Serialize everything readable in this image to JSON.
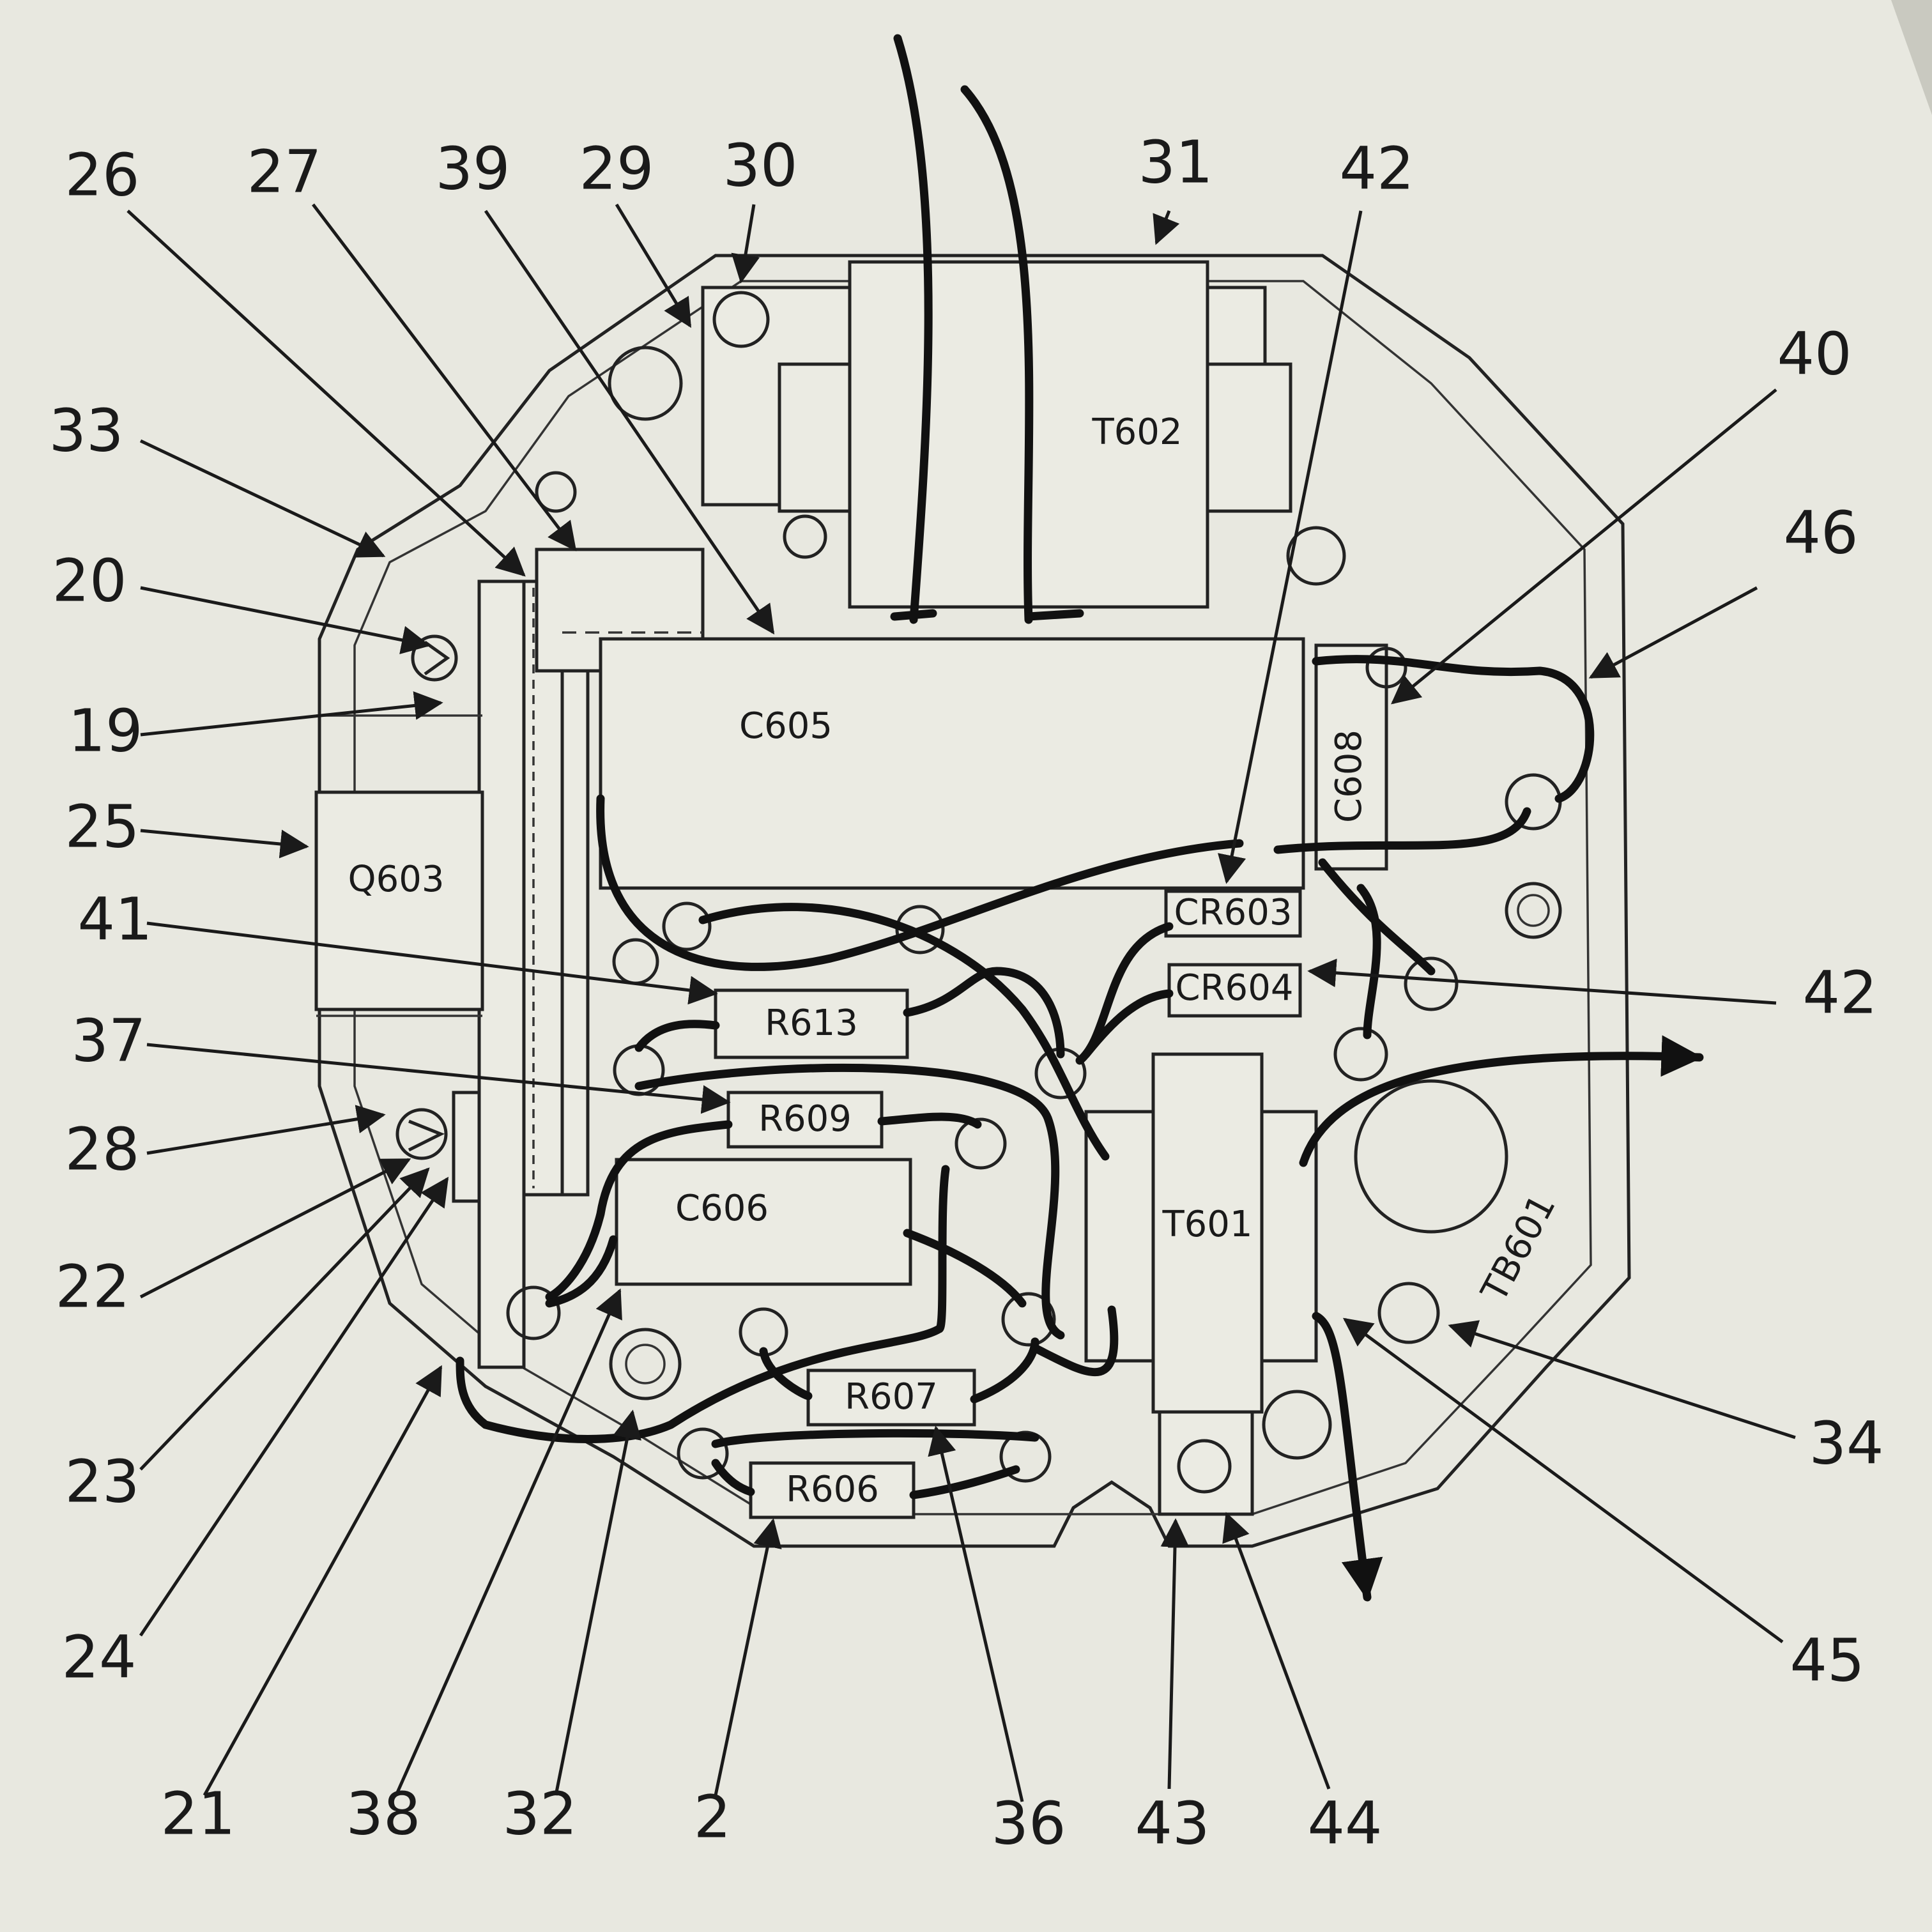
{
  "components": {
    "t602": "T602",
    "c605": "C605",
    "c608": "C608",
    "q603": "Q603",
    "r613": "R613",
    "r609": "R609",
    "c606": "C606",
    "r607": "R607",
    "r606": "R606",
    "cr603": "CR603",
    "cr604": "CR604",
    "t601": "T601",
    "tb601": "TB601"
  },
  "callouts": {
    "c26": "26",
    "c27": "27",
    "c39": "39",
    "c29": "29",
    "c30": "30",
    "c31": "31",
    "c42a": "42",
    "c40": "40",
    "c46": "46",
    "c33": "33",
    "c20": "20",
    "c19": "19",
    "c25": "25",
    "c41": "41",
    "c42b": "42",
    "c37": "37",
    "c28": "28",
    "c22": "22",
    "c23": "23",
    "c24": "24",
    "c21": "21",
    "c38": "38",
    "c32": "32",
    "c2": "2",
    "c36": "36",
    "c43": "43",
    "c44": "44",
    "c34": "34",
    "c45": "45"
  },
  "colors": {
    "paper": "#e8e8e0",
    "ink": "#1a1a1a"
  }
}
